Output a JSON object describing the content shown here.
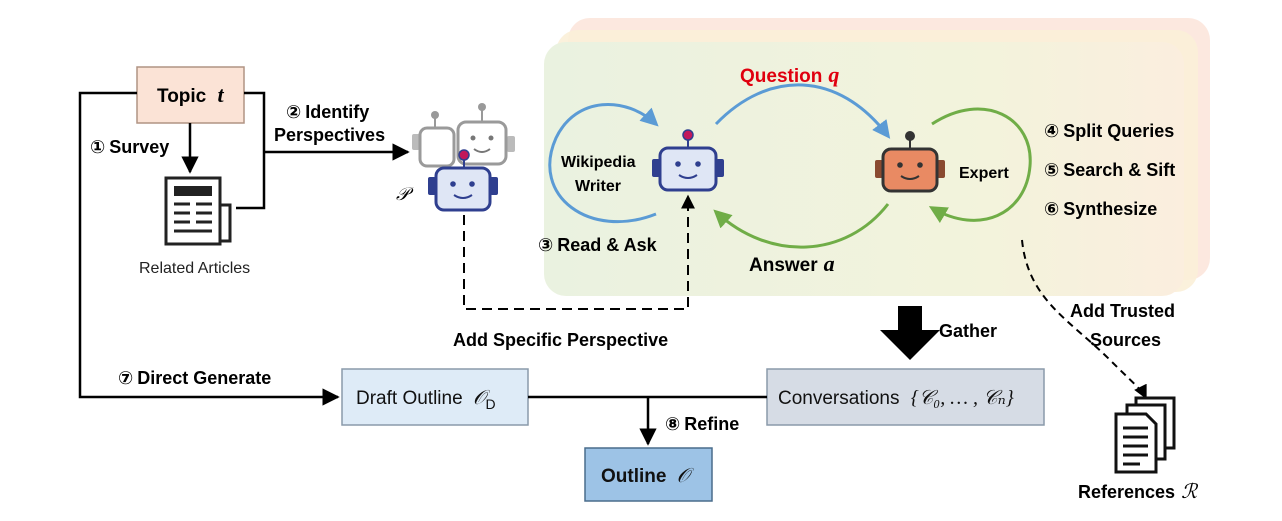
{
  "topic": {
    "label": "Topic",
    "symbol": "t"
  },
  "survey": {
    "step": "①",
    "label": "Survey"
  },
  "related_articles": {
    "label": "Related Articles"
  },
  "identify": {
    "step": "②",
    "line1": "Identify",
    "line2": "Perspectives"
  },
  "perspectives_symbol": "𝒫",
  "read_ask": {
    "step": "③",
    "label": "Read & Ask"
  },
  "add_specific_perspective": "Add Specific Perspective",
  "question": {
    "label": "Question",
    "symbol": "q"
  },
  "answer": {
    "label": "Answer",
    "symbol": "a"
  },
  "writer": {
    "line1": "Wikipedia",
    "line2": "Writer"
  },
  "expert": {
    "label": "Expert"
  },
  "expert_steps": [
    {
      "step": "④",
      "label": "Split Queries"
    },
    {
      "step": "⑤",
      "label": "Search & Sift"
    },
    {
      "step": "⑥",
      "label": "Synthesize"
    }
  ],
  "add_trusted": {
    "line1": "Add Trusted",
    "line2": "Sources"
  },
  "references": {
    "label": "References",
    "symbol": "ℛ"
  },
  "gather": {
    "label": "Gather"
  },
  "direct_generate": {
    "step": "⑦",
    "label": "Direct Generate"
  },
  "draft_outline": {
    "label": "Draft Outline",
    "symbol": "𝒪",
    "sub": "D"
  },
  "conversations": {
    "label": "Conversations",
    "formula": "{𝒞₀, … , 𝒞ₙ}"
  },
  "refine": {
    "step": "⑧",
    "label": "Refine"
  },
  "outline": {
    "label": "Outline",
    "symbol": "𝒪"
  },
  "colors": {
    "topic_fill": "#fbe3d6",
    "topic_stroke": "#c9a08a",
    "draft_fill": "#deebf7",
    "conv_fill": "#d6dce5",
    "outline_fill": "#9dc3e6",
    "question_red": "#e0000f",
    "blue_arrow": "#5b9bd5",
    "green_arrow": "#70ad47",
    "robot_blue": "#2f3f8f",
    "robot_orange": "#e98a63"
  }
}
